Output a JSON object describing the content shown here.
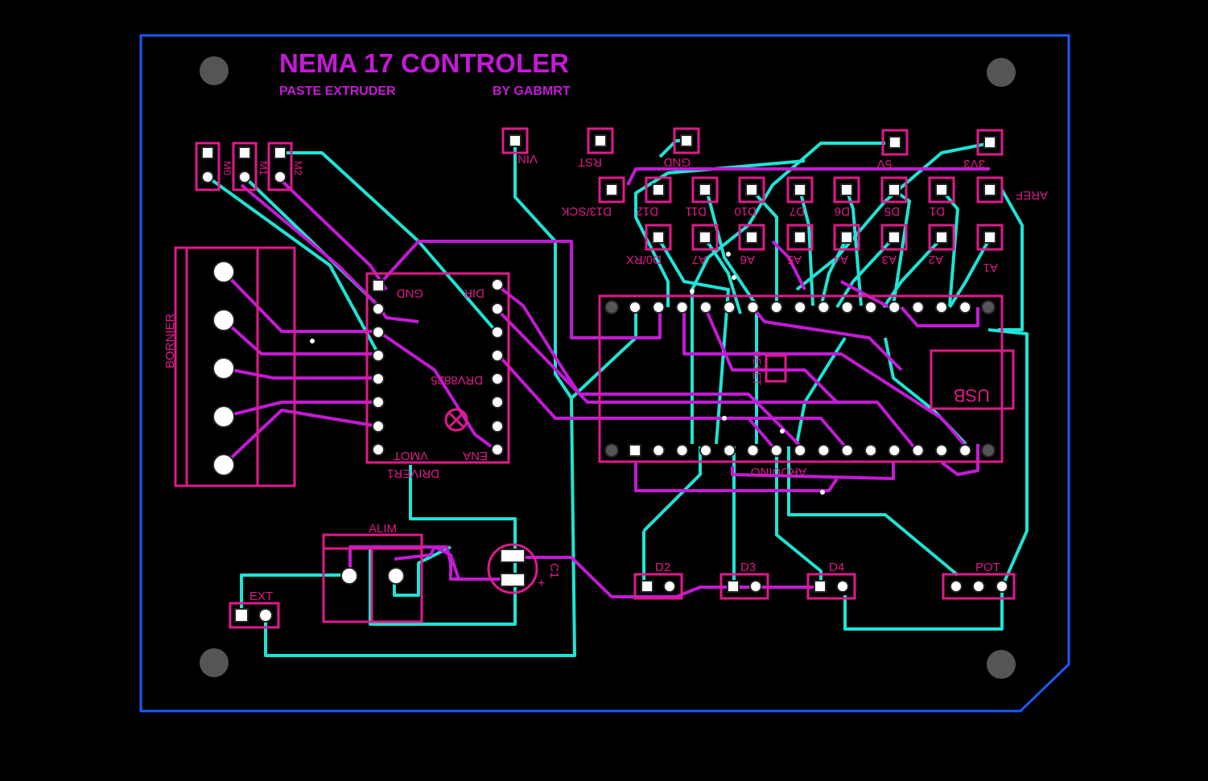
{
  "title": "NEMA 17 CONTROLER",
  "subtitle_left": "PASTE EXTRUDER",
  "subtitle_right": "BY GABMRT",
  "labels": {
    "bornier": "BORNIER",
    "m0": "M0",
    "m1": "M1",
    "m2": "M2",
    "vin": "VIN",
    "rst": "RST",
    "gnd": "GND",
    "v5": "5V",
    "v3": "3V3",
    "d13": "D13/SCK",
    "d12": "D12",
    "d11": "D11",
    "d10": "D10",
    "d7": "D7",
    "d6": "D6",
    "d5": "D5",
    "d1": "D1",
    "aref": "AREF",
    "d0": "D0/RX",
    "a7": "A7",
    "a6": "A6",
    "a5": "A5",
    "a4": "A4",
    "a3": "A3",
    "a2": "A2",
    "a1": "A1",
    "drv_gnd": "GND",
    "drv_dir": "DIR",
    "drv_name": "DRV8825",
    "drv_vmot": "VMOT",
    "drv_ena": "ENA",
    "driver": "DRIVER1",
    "reset": "RESET",
    "usb": "USB",
    "arduino": "ARDUINO",
    "alim": "ALIM",
    "ext": "EXT",
    "c1": "C1",
    "d2": "D2",
    "d3": "D3",
    "d4": "D4",
    "pot": "POT"
  },
  "colors": {
    "board_outline": "#1a5cff",
    "silkscreen": "#e01a8c",
    "top_copper": "#c41ad6",
    "bottom_copper": "#1de5d6",
    "pad": "#ffffff",
    "hole": "#555555"
  }
}
